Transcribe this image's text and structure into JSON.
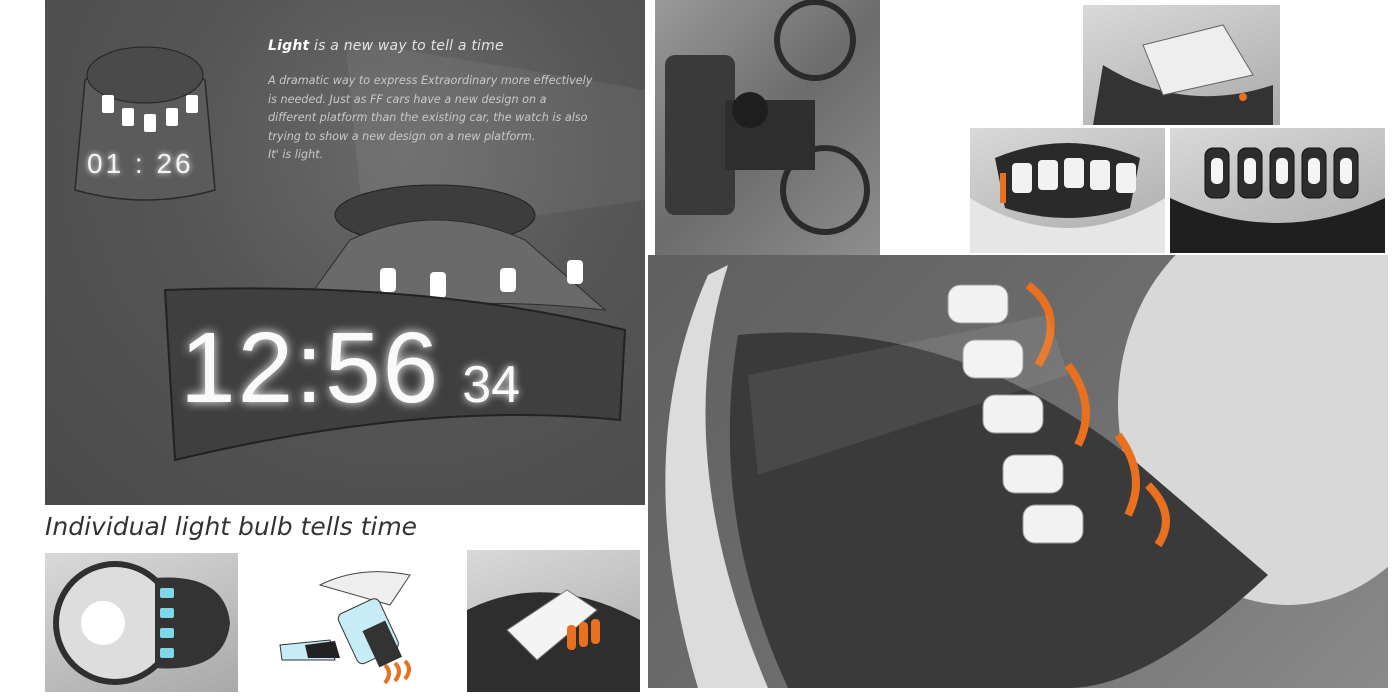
{
  "headline": {
    "bold": "Light",
    "rest": " is a new way to tell a time"
  },
  "description": [
    "A dramatic way to express Extraordinary more effectively",
    "is needed. Just as FF cars have a new design on a",
    "different platform than the existing car, the watch is also",
    "trying to show a new design on a new platform.",
    "It' is light."
  ],
  "sketch_display": {
    "small_time": "01 : 26",
    "big_time": "12:56",
    "big_seconds": "34"
  },
  "subtitle": "Individual light bulb tells time",
  "sketch_labels_note_colors": {
    "accent_orange": "#e8701e",
    "lens_blue": "#bfe6f3"
  }
}
